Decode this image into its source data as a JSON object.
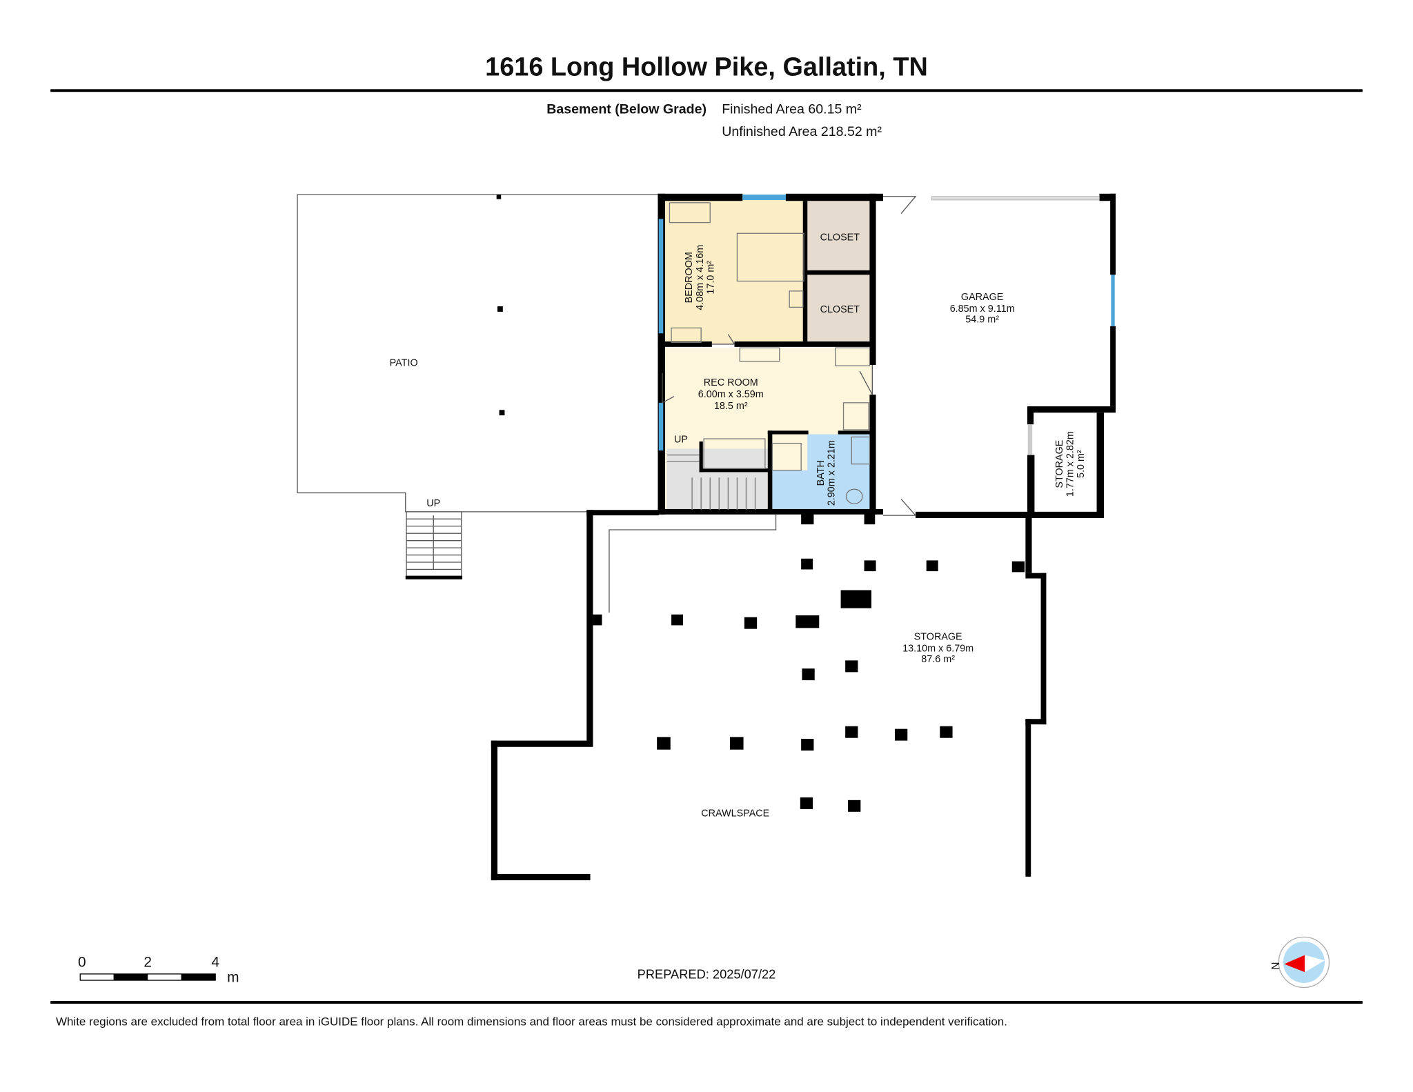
{
  "header": {
    "title": "1616 Long Hollow Pike, Gallatin, TN",
    "level_label": "Basement (Below Grade)",
    "finished_area": "Finished Area 60.15 m²",
    "unfinished_area": "Unfinished Area 218.52 m²"
  },
  "rooms": {
    "patio": {
      "name": "PATIO",
      "up": "UP"
    },
    "bedroom": {
      "name": "BEDROOM",
      "dims": "4.08m x 4.16m",
      "area": "17.0 m²"
    },
    "closet1": {
      "name": "CLOSET"
    },
    "closet2": {
      "name": "CLOSET"
    },
    "garage": {
      "name": "GARAGE",
      "dims": "6.85m x 9.11m",
      "area": "54.9 m²"
    },
    "rec_room": {
      "name": "REC ROOM",
      "dims": "6.00m x 3.59m",
      "area": "18.5 m²",
      "up": "UP"
    },
    "bath": {
      "name": "BATH",
      "dims": "2.90m x 2.21m"
    },
    "storage_small": {
      "name": "STORAGE",
      "dims": "1.77m x 2.82m",
      "area": "5.0 m²"
    },
    "storage_large": {
      "name": "STORAGE",
      "dims": "13.10m x 6.79m",
      "area": "87.6 m²"
    },
    "crawlspace": {
      "name": "CRAWLSPACE"
    }
  },
  "scale_bar": {
    "ticks": [
      "0",
      "2",
      "4"
    ],
    "unit": "m"
  },
  "prepared": "PREPARED: 2025/07/22",
  "compass": {
    "label": "N"
  },
  "footer": {
    "disclaimer": "White regions are excluded from total floor area in iGUIDE floor plans. All room dimensions and floor areas must be considered approximate and are subject to independent verification."
  },
  "colors": {
    "bedroom": "#fbeec6",
    "rec_room": "#fdf6dc",
    "closet": "#e5dccf",
    "bath": "#b9ddf6",
    "window": "#4aa3d9",
    "stairs": "#e2e2e2"
  }
}
